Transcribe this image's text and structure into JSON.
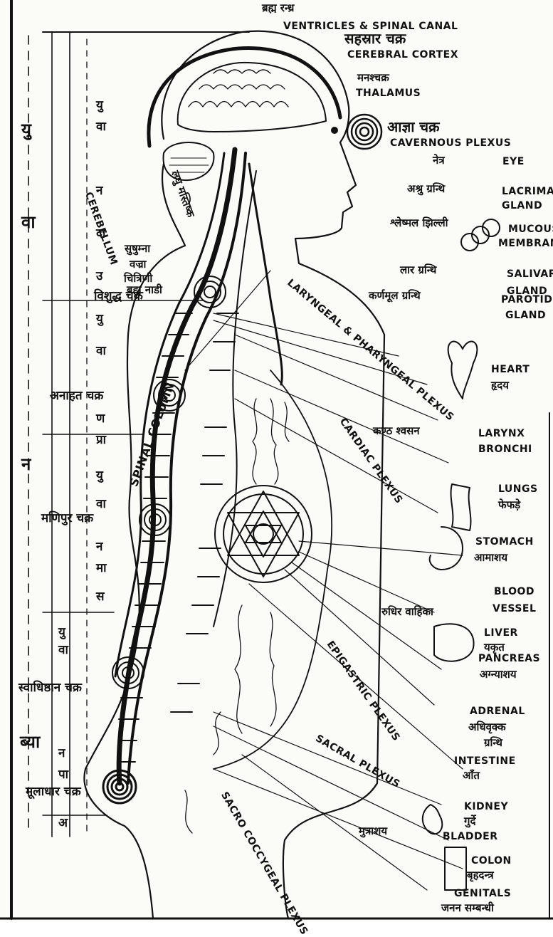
{
  "labels": {
    "brahma_randhra": "ब्रह्म रन्ध्र",
    "ventricles": "VENTRICLES & SPINAL CANAL",
    "sahasrara": "सहस्रार चक्र",
    "cerebral_cortex": "CEREBRAL CORTEX",
    "manas_chakra": "मनश्चक्र",
    "thalamus": "THALAMUS",
    "ajna": "आज्ञा चक्र",
    "cavernous": "CAVERNOUS PLEXUS",
    "netra": "नेत्र",
    "eye": "EYE",
    "ashru": "अश्रु ग्रन्थि",
    "lacrimal": "LACRIMAL",
    "gland1": "GLAND",
    "shleshmal": "श्लेष्मल झिल्ली",
    "mucous": "MUCOUS",
    "membrane": "MEMBRANE",
    "lar": "लार ग्रन्थि",
    "salivary": "SALIVARY",
    "gland2": "GLAND",
    "karnamool": "कर्णमूल ग्रन्थि",
    "parotid": "PAROTID",
    "gland3": "GLAND",
    "heart": "HEART",
    "hriday": "हृदय",
    "kanth": "कण्ठ श्वसन",
    "larynx": "LARYNX",
    "bronchi": "BRONCHI",
    "lungs": "LUNGS",
    "phephde": "फेफड़े",
    "stomach": "STOMACH",
    "amashay": "आमाशय",
    "blood": "BLOOD",
    "vessel": "VESSEL",
    "rudhir": "रुधिर वाहिका",
    "liver": "LIVER",
    "yakrit": "यकृत",
    "pancreas": "PANCREAS",
    "agnyashay": "अग्न्याशय",
    "adrenal": "ADRENAL",
    "adhivrikk": "अधिवृक्क",
    "granthi": "ग्रन्थि",
    "intestine": "INTESTINE",
    "aant": "आँत",
    "kidney": "KIDNEY",
    "gurde": "गुर्दे",
    "mutrashay": "मुत्राशय",
    "bladder": "BLADDER",
    "colon": "COLON",
    "brihadantra": "बृहदन्त्र",
    "genitals": "GENITALS",
    "janan": "जनन सम्बन्धी",
    "cerebellum": "CEREBELLUM",
    "laghu_mastishk": "लघु मस्तिष्क",
    "sushumna": "सुषुम्ना",
    "vajra": "वज्रा",
    "chitrini": "चित्रिणी",
    "brahma_nadi": "ब्रह्म नाडी",
    "vishuddha": "विशुद्ध चक्र",
    "anahata": "अनाहत चक्र",
    "manipur": "मणिपुर चक्र",
    "swadhishthan": "स्वाधिष्ठान चक्र",
    "muladhar": "मूलाधार चक्र",
    "spinal_column": "SPINAL COLUMN",
    "laryngeal": "LARYNGEAL & PHARYNGEAL PLEXUS",
    "cardiac": "CARDIAC PLEXUS",
    "epigastric": "EPIGASTRIC PLEXUS",
    "sacral": "SACRAL PLEXUS",
    "sacro": "SACRO COCCYGEAL PLEXUS"
  },
  "vayu": {
    "big": [
      "ब्या",
      "न",
      "वा",
      "यु"
    ],
    "col": [
      "वा",
      "यु",
      "न",
      "दा",
      "उ",
      "यु",
      "वा",
      "ण",
      "प्रा",
      "यु",
      "वा",
      "न",
      "मा",
      "स",
      "यु",
      "वा",
      "न",
      "पा",
      "अ"
    ]
  },
  "colors": {
    "ink": "#111111",
    "paper": "#fbfbf8"
  }
}
